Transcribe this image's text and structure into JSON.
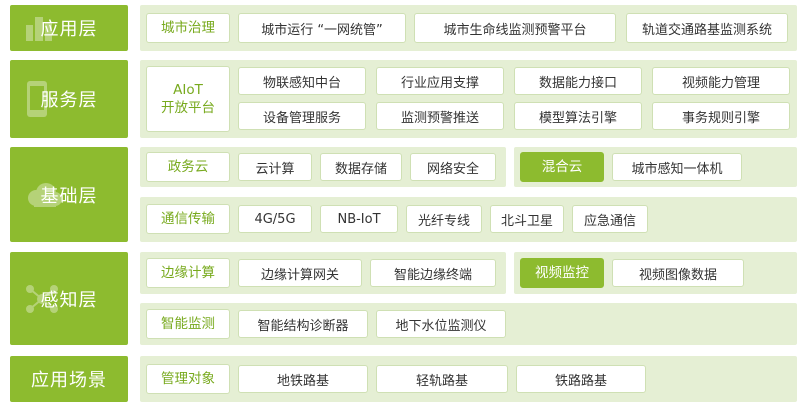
{
  "layers": {
    "application": "应用层",
    "service": "服务层",
    "foundation": "基础层",
    "perception": "感知层",
    "scenario": "应用场景"
  },
  "application": {
    "category": "城市治理",
    "items": [
      "城市运行 “一网统管”",
      "城市生命线监测预警平台",
      "轨道交通路基监测系统"
    ]
  },
  "service": {
    "category": "AIoT\n开放平台",
    "items": [
      "物联感知中台",
      "行业应用支撑",
      "数据能力接口",
      "视频能力管理",
      "设备管理服务",
      "监测预警推送",
      "模型算法引擎",
      "事务规则引擎"
    ]
  },
  "foundation": {
    "gov_cloud": {
      "category": "政务云",
      "items": [
        "云计算",
        "数据存储",
        "网络安全"
      ]
    },
    "hybrid_cloud": {
      "category": "混合云",
      "items": [
        "城市感知一体机"
      ]
    },
    "comm": {
      "category": "通信传输",
      "items": [
        "4G/5G",
        "NB-IoT",
        "光纤专线",
        "北斗卫星",
        "应急通信"
      ]
    }
  },
  "perception": {
    "edge": {
      "category": "边缘计算",
      "items": [
        "边缘计算网关",
        "智能边缘终端"
      ]
    },
    "video": {
      "category": "视频监控",
      "items": [
        "视频图像数据"
      ]
    },
    "smart": {
      "category": "智能监测",
      "items": [
        "智能结构诊断器",
        "地下水位监测仪"
      ]
    }
  },
  "scenario": {
    "category": "管理对象",
    "items": [
      "地铁路基",
      "轻轨路基",
      "铁路路基"
    ]
  },
  "colors": {
    "accent": "#8dbb2f",
    "panel": "#e5efd4",
    "category_text": "#78aa1e"
  },
  "icons": [
    "city-icon",
    "phone-icon",
    "cloud-icon",
    "network-icon"
  ]
}
